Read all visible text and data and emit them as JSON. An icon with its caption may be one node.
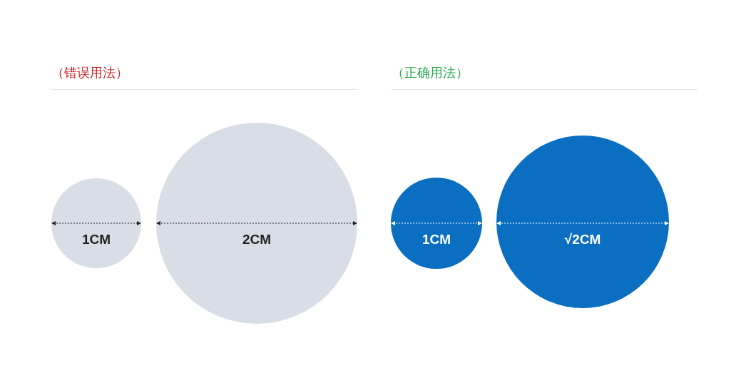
{
  "diagram": {
    "nodes": [
      {
        "text": [
          "1CM"
        ]
      },
      {
        "text": [
          "2CM"
        ]
      },
      {
        "text": [
          "1CM"
        ]
      },
      {
        "text": [
          "√2CM"
        ]
      }
    ],
    "labels": [
      "（错误用法）",
      "（正确用法）"
    ]
  }
}
